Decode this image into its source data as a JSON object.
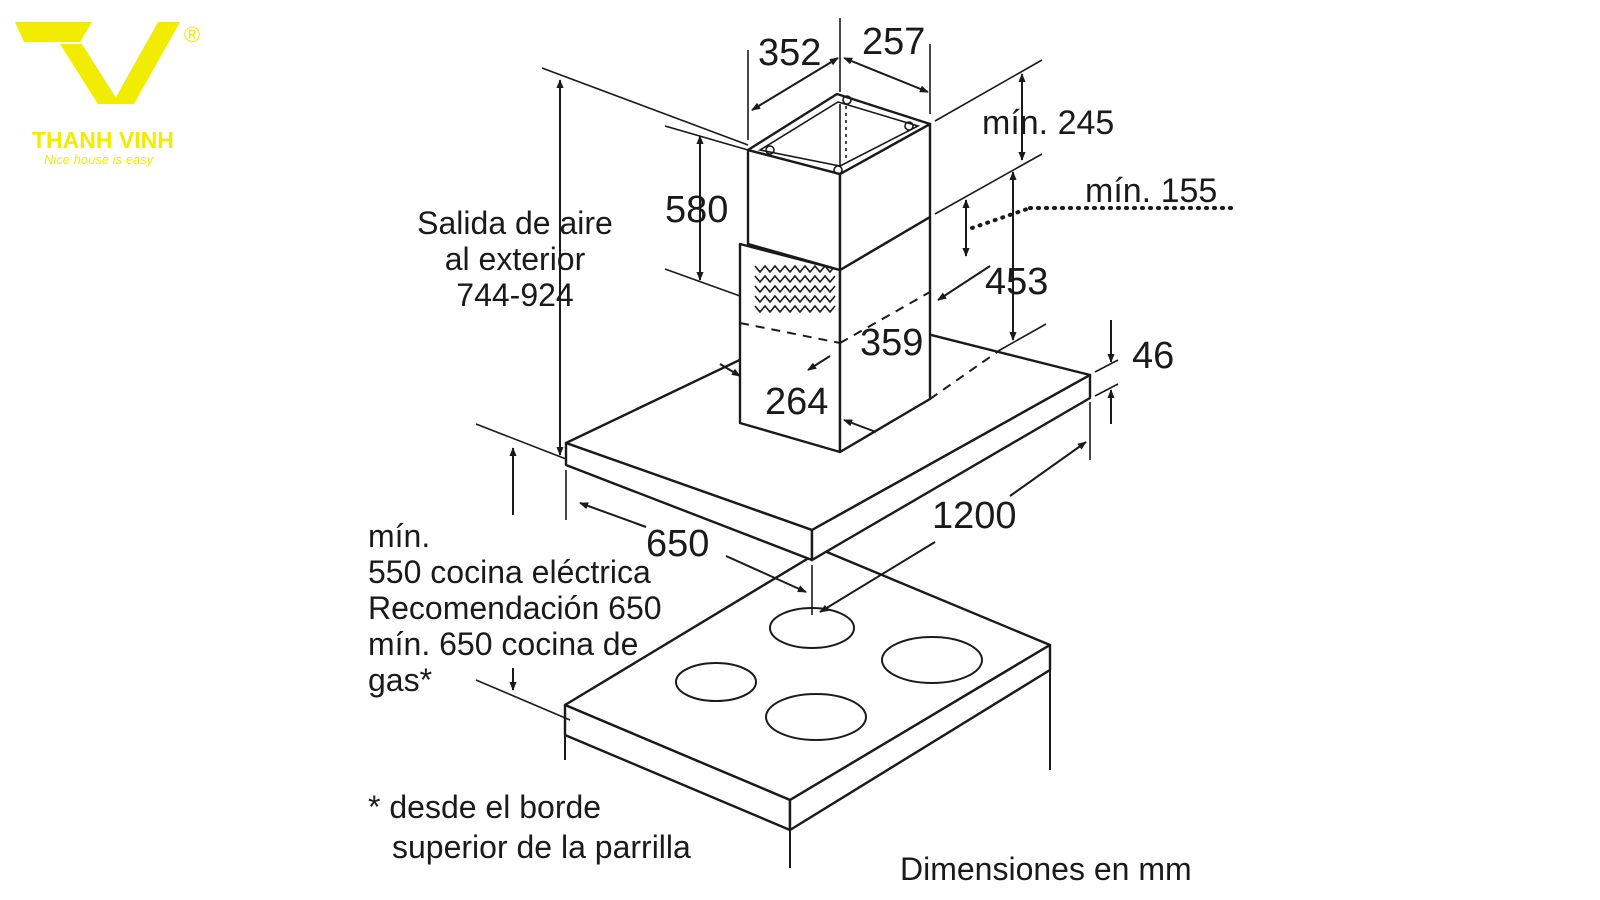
{
  "brand": {
    "name": "THANH VINH",
    "tagline": "Nice house is easy",
    "registered_mark": "®",
    "color": "#f2ec00"
  },
  "dimensions": {
    "chimney_width": "352",
    "chimney_depth": "257",
    "min_top": "mín. 245",
    "min_inner": "mín. 155",
    "chimney_upper": "580",
    "chimney_total": "453",
    "lower_width": "359",
    "lower_depth": "264",
    "canopy_thickness": "46",
    "canopy_depth": "650",
    "canopy_width": "1200"
  },
  "labels": {
    "air_outlet": [
      "Salida de aire",
      "al exterior",
      "744-924"
    ],
    "min_height": [
      "mín.",
      "550 cocina eléctrica",
      "Recomendación 650",
      "mín. 650 cocina de",
      "gas*"
    ],
    "footnote": [
      "* desde el borde",
      "superior de la parrilla"
    ],
    "units": "Dimensiones en mm"
  }
}
